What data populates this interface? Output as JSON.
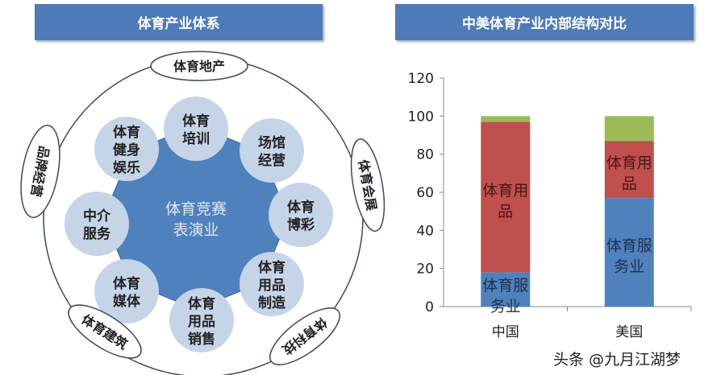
{
  "left_panel": {
    "title": "体育产业体系",
    "core": [
      "体育竞赛",
      "表演业"
    ],
    "inner_circles": [
      {
        "lines": [
          "体育",
          "培训"
        ]
      },
      {
        "lines": [
          "场馆",
          "经营"
        ]
      },
      {
        "lines": [
          "体育",
          "博彩"
        ]
      },
      {
        "lines": [
          "体育",
          "用品",
          "制造"
        ]
      },
      {
        "lines": [
          "体育",
          "用品",
          "销售"
        ]
      },
      {
        "lines": [
          "体育",
          "媒体"
        ]
      },
      {
        "lines": [
          "中介",
          "服务"
        ]
      },
      {
        "lines": [
          "体育",
          "健身",
          "娱乐"
        ]
      }
    ],
    "outer_ellipses": [
      "体育地产",
      "品牌经营",
      "体育会展",
      "体育建筑",
      "体育科技"
    ],
    "colors": {
      "core": "#4f81bd",
      "inner": "#c6d4e8",
      "outline": "#3c4a5e"
    }
  },
  "chart_data": {
    "type": "bar",
    "stacked": true,
    "title": "中美体育产业内部结构对比",
    "categories": [
      "中国",
      "美国"
    ],
    "series": [
      {
        "name": "体育服务业",
        "values": [
          18,
          57
        ],
        "color": "#4f81bd"
      },
      {
        "name": "体育用品",
        "values": [
          79,
          30
        ],
        "color": "#c0504d"
      },
      {
        "name": "",
        "values": [
          3,
          13
        ],
        "color": "#9bbb59"
      }
    ],
    "segment_labels": [
      [
        "体育服",
        "务业"
      ],
      [
        "体育用",
        "品"
      ]
    ],
    "ylim": [
      0,
      120
    ],
    "yticks": [
      0,
      20,
      40,
      60,
      80,
      100,
      120
    ],
    "grid": false,
    "legend": "none"
  },
  "watermark": "头条 @九月江湖梦"
}
